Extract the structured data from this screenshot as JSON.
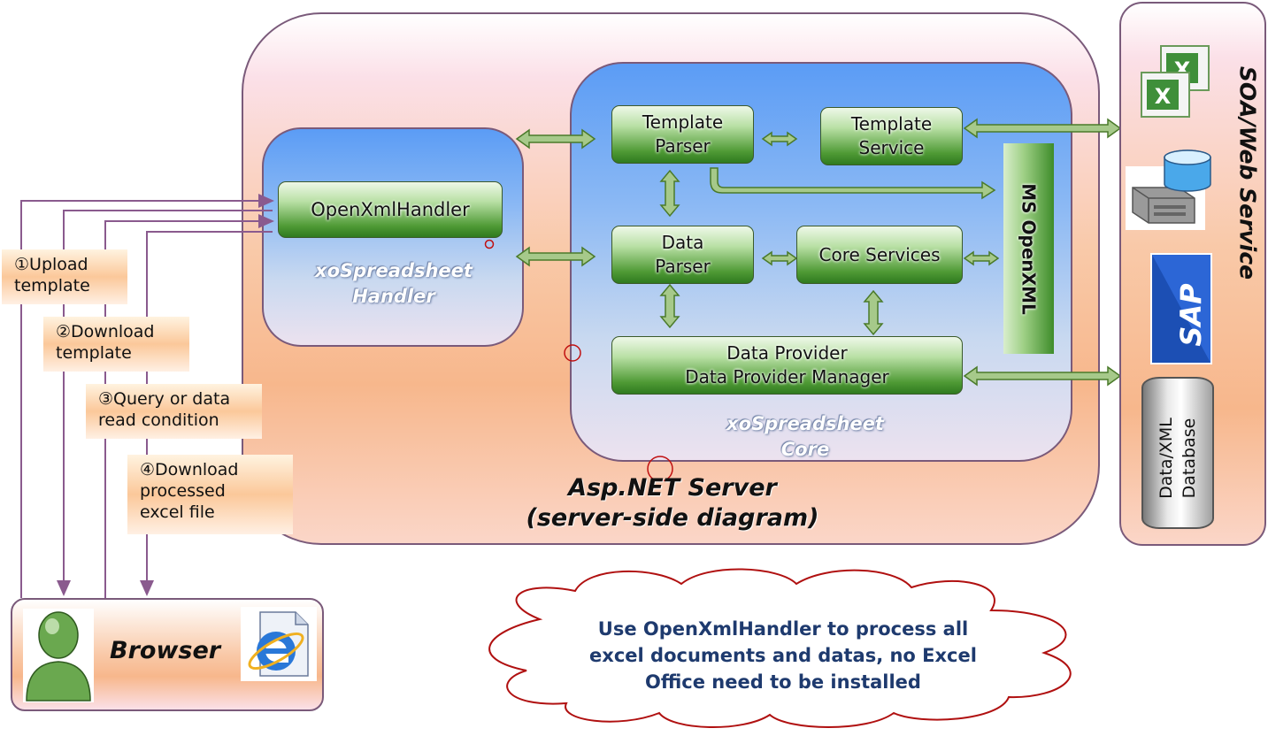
{
  "server": {
    "title_line1": "Asp.NET Server",
    "title_line2": "(server-side  diagram)"
  },
  "handler": {
    "panel_label": "xoSpreadsheet\nHandler",
    "box": "OpenXmlHandler"
  },
  "core": {
    "panel_label": "xoSpreadsheet\nCore",
    "template_parser": "Template\nParser",
    "template_service": "Template\nService",
    "data_parser": "Data\nParser",
    "core_services": "Core Services",
    "data_provider": "Data Provider\nData Provider Manager",
    "ms_openxml": "MS OpenXML"
  },
  "soa": {
    "title": "SOA/Web Service",
    "database": "Data/XML\nDatabase",
    "sap_logo": "SAP"
  },
  "steps": [
    {
      "label": "①Upload\ntemplate"
    },
    {
      "label": "②Download\ntemplate"
    },
    {
      "label": "③Query or data\nread condition"
    },
    {
      "label": "④Download\nprocessed\nexcel file"
    }
  ],
  "browser": {
    "label": "Browser",
    "user_icon": "user-icon",
    "ie_icon": "internet-explorer-icon"
  },
  "cloud": {
    "text": "Use OpenXmlHandler to process all\nexcel documents and datas, no Excel\nOffice need to be installed"
  },
  "colors": {
    "panel_border": "#7a5a7a",
    "arrow_green": "#5f8a3d",
    "connector": "#8a5a8e",
    "cloud_border": "#b01010",
    "cloud_text": "#1e3a6e"
  }
}
